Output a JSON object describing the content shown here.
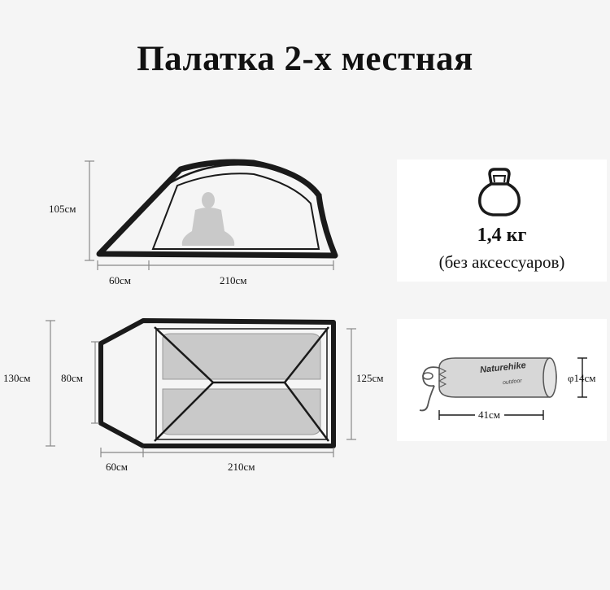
{
  "title": "Палатка 2-х местная",
  "side_view": {
    "height_label": "105см",
    "vestibule_label": "60см",
    "length_label": "210см"
  },
  "top_view": {
    "outer_width_label": "130см",
    "vestibule_width_label": "80см",
    "inner_width_label": "125см",
    "vestibule_label": "60см",
    "length_label": "210см"
  },
  "weight": {
    "icon": "kettlebell-icon",
    "value": "1,4 кг",
    "note": "(без аксессуаров)"
  },
  "packed": {
    "brand": "Naturehike",
    "brand_sub": "outdoor",
    "diameter_label": "φ14см",
    "length_label": "41см"
  },
  "colors": {
    "background": "#f5f5f5",
    "card": "#ffffff",
    "line": "#1a1a1a",
    "mat": "#c9c9c9"
  }
}
